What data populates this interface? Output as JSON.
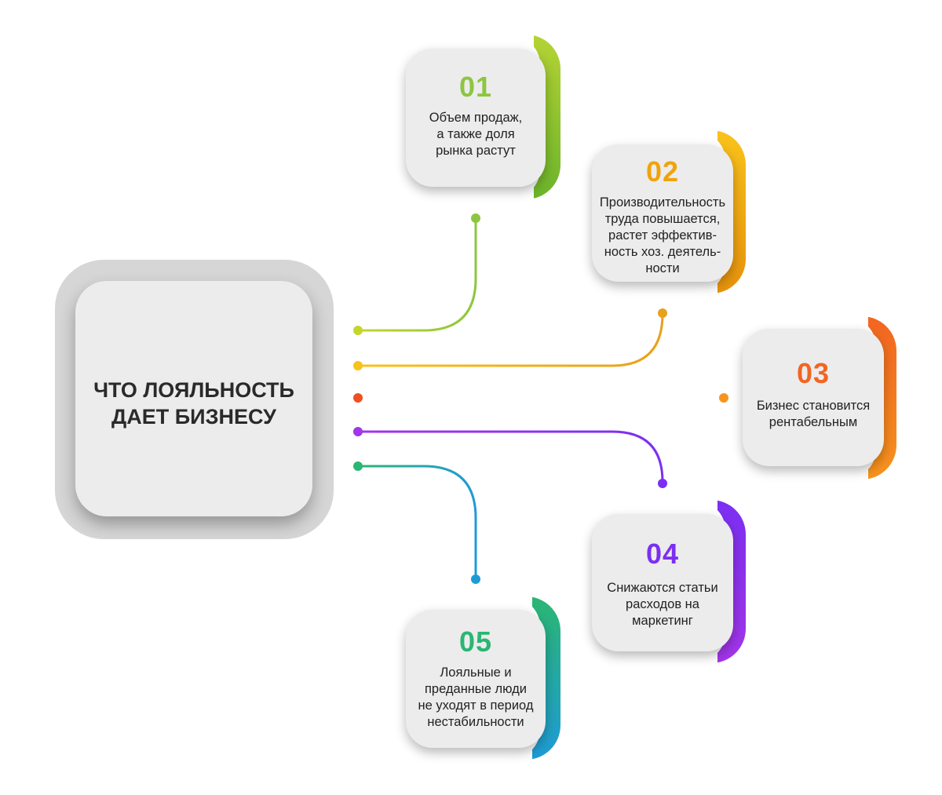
{
  "main": {
    "title_line1": "ЧТО ЛОЯЛЬНОСТЬ",
    "title_line2": "ДАЕТ БИЗНЕСУ"
  },
  "items": [
    {
      "num": "01",
      "lines": [
        "Объем продаж,",
        "а также доля",
        "рынка растут"
      ],
      "color": "#8cc63f",
      "color2": "#c4d62a"
    },
    {
      "num": "02",
      "lines": [
        "Производительность",
        "труда повышается,",
        "растет эффектив-",
        "ность хоз. деятель-",
        "ности"
      ],
      "color": "#f0a30a",
      "color2": "#f9c21b"
    },
    {
      "num": "03",
      "lines": [
        "Бизнес становится",
        "рентабельным"
      ],
      "color": "#f26522",
      "color2": "#f7941d"
    },
    {
      "num": "04",
      "lines": [
        "Снижаются статьи",
        "расходов на",
        "маркетинг"
      ],
      "color": "#7b2ff2",
      "color2": "#a335e8"
    },
    {
      "num": "05",
      "lines": [
        "Лояльные и",
        "преданные люди",
        "не уходят в период",
        "нестабильности"
      ],
      "color": "#2bb673",
      "color2": "#1e9bd7"
    }
  ]
}
